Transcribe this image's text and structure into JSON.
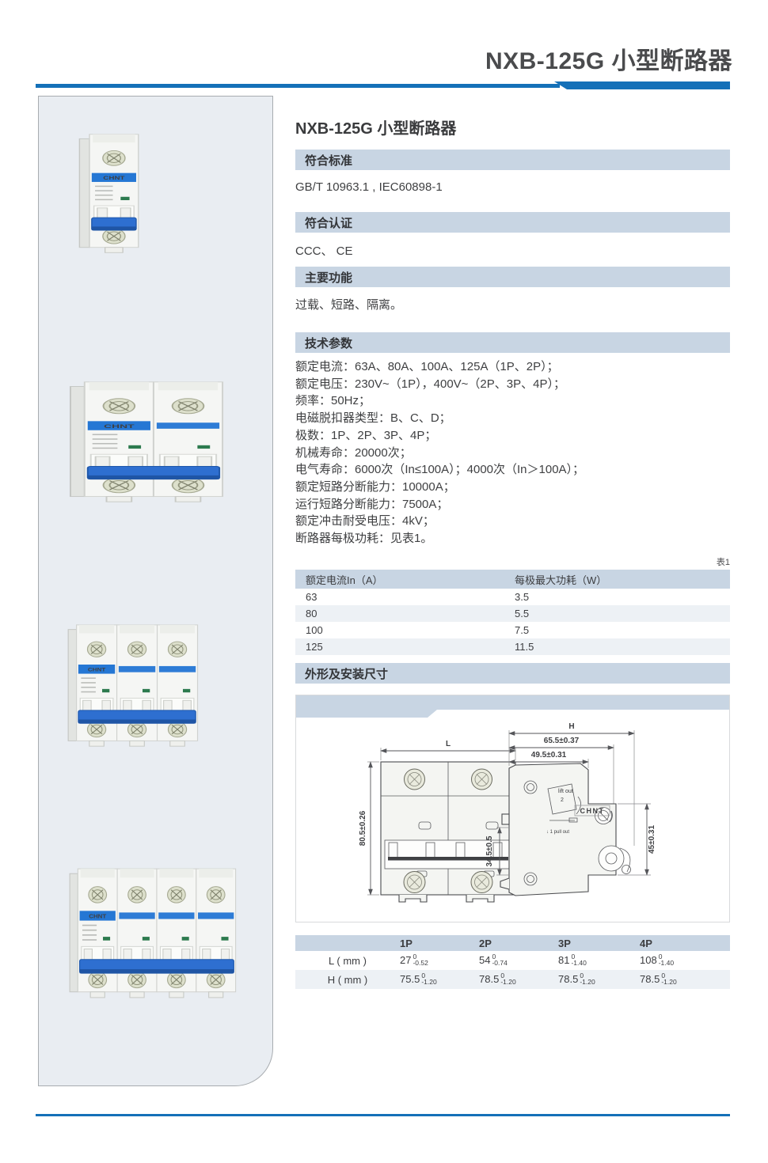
{
  "colors": {
    "brand_blue": "#1470b8",
    "section_bar": "#c8d5e3",
    "alt_row": "#edf1f5",
    "panel_bg": "#e9edf2"
  },
  "header": {
    "title": "NXB-125G 小型断路器"
  },
  "main": {
    "product_title": "NXB-125G 小型断路器"
  },
  "sections": {
    "standards": {
      "heading": "符合标准",
      "body": "GB/T 10963.1 , IEC60898-1"
    },
    "certification": {
      "heading": "符合认证",
      "body": "CCC、 CE"
    },
    "functions": {
      "heading": "主要功能",
      "body": "过载、短路、隔离。"
    },
    "tech": {
      "heading": "技术参数",
      "lines": [
        "额定电流：63A、80A、100A、125A（1P、2P）；",
        "额定电压：230V~（1P），400V~（2P、3P、4P）；",
        "频率：50Hz；",
        "电磁脱扣器类型：B、C、D；",
        "极数：1P、2P、3P、4P；",
        "机械寿命：20000次；",
        "电气寿命：6000次（In≤100A）；4000次（In＞100A）；",
        "额定短路分断能力：10000A；",
        "运行短路分断能力：7500A；",
        "额定冲击耐受电压：4kV；",
        "断路器每极功耗：见表1。"
      ]
    },
    "dimensions": {
      "heading": "外形及安装尺寸"
    }
  },
  "table1": {
    "caption": "表1",
    "headers": [
      "额定电流In（A）",
      "每极最大功耗（W）"
    ],
    "rows": [
      [
        "63",
        "3.5"
      ],
      [
        "80",
        "5.5"
      ],
      [
        "100",
        "7.5"
      ],
      [
        "125",
        "11.5"
      ]
    ]
  },
  "drawing": {
    "front": {
      "width_label": "L",
      "height_label": "80.5±0.26"
    },
    "side": {
      "overall_label": "H",
      "dim_65": "65.5±0.37",
      "dim_49": "49.5±0.31",
      "dim_34": "34.5±0.5",
      "dim_45": "45±0.31",
      "note_lift": "lift out",
      "note_lift_num": "2",
      "brand": "CHNT",
      "note_pull": "↓ 1 pull out"
    }
  },
  "dim_table": {
    "headers": [
      "",
      "1P",
      "2P",
      "3P",
      "4P"
    ],
    "rows": [
      {
        "label": "L ( mm )",
        "values": [
          {
            "v": "27",
            "hi": "0",
            "lo": "-0.52"
          },
          {
            "v": "54",
            "hi": "0",
            "lo": "-0.74"
          },
          {
            "v": "81",
            "hi": "0",
            "lo": "-1.40"
          },
          {
            "v": "108",
            "hi": "0",
            "lo": "-1.40"
          }
        ]
      },
      {
        "label": "H ( mm )",
        "values": [
          {
            "v": "75.5",
            "hi": "0",
            "lo": "-1.20"
          },
          {
            "v": "78.5",
            "hi": "0",
            "lo": "-1.20"
          },
          {
            "v": "78.5",
            "hi": "0",
            "lo": "-1.20"
          },
          {
            "v": "78.5",
            "hi": "0",
            "lo": "-1.20"
          }
        ]
      }
    ]
  },
  "products": [
    {
      "label": "1P",
      "poles": 1,
      "brand": "CHNT"
    },
    {
      "label": "2P",
      "poles": 2,
      "brand": "CHNT"
    },
    {
      "label": "3P",
      "poles": 3,
      "brand": "CHNT"
    },
    {
      "label": "4P",
      "poles": 4,
      "brand": "CHNT"
    }
  ]
}
